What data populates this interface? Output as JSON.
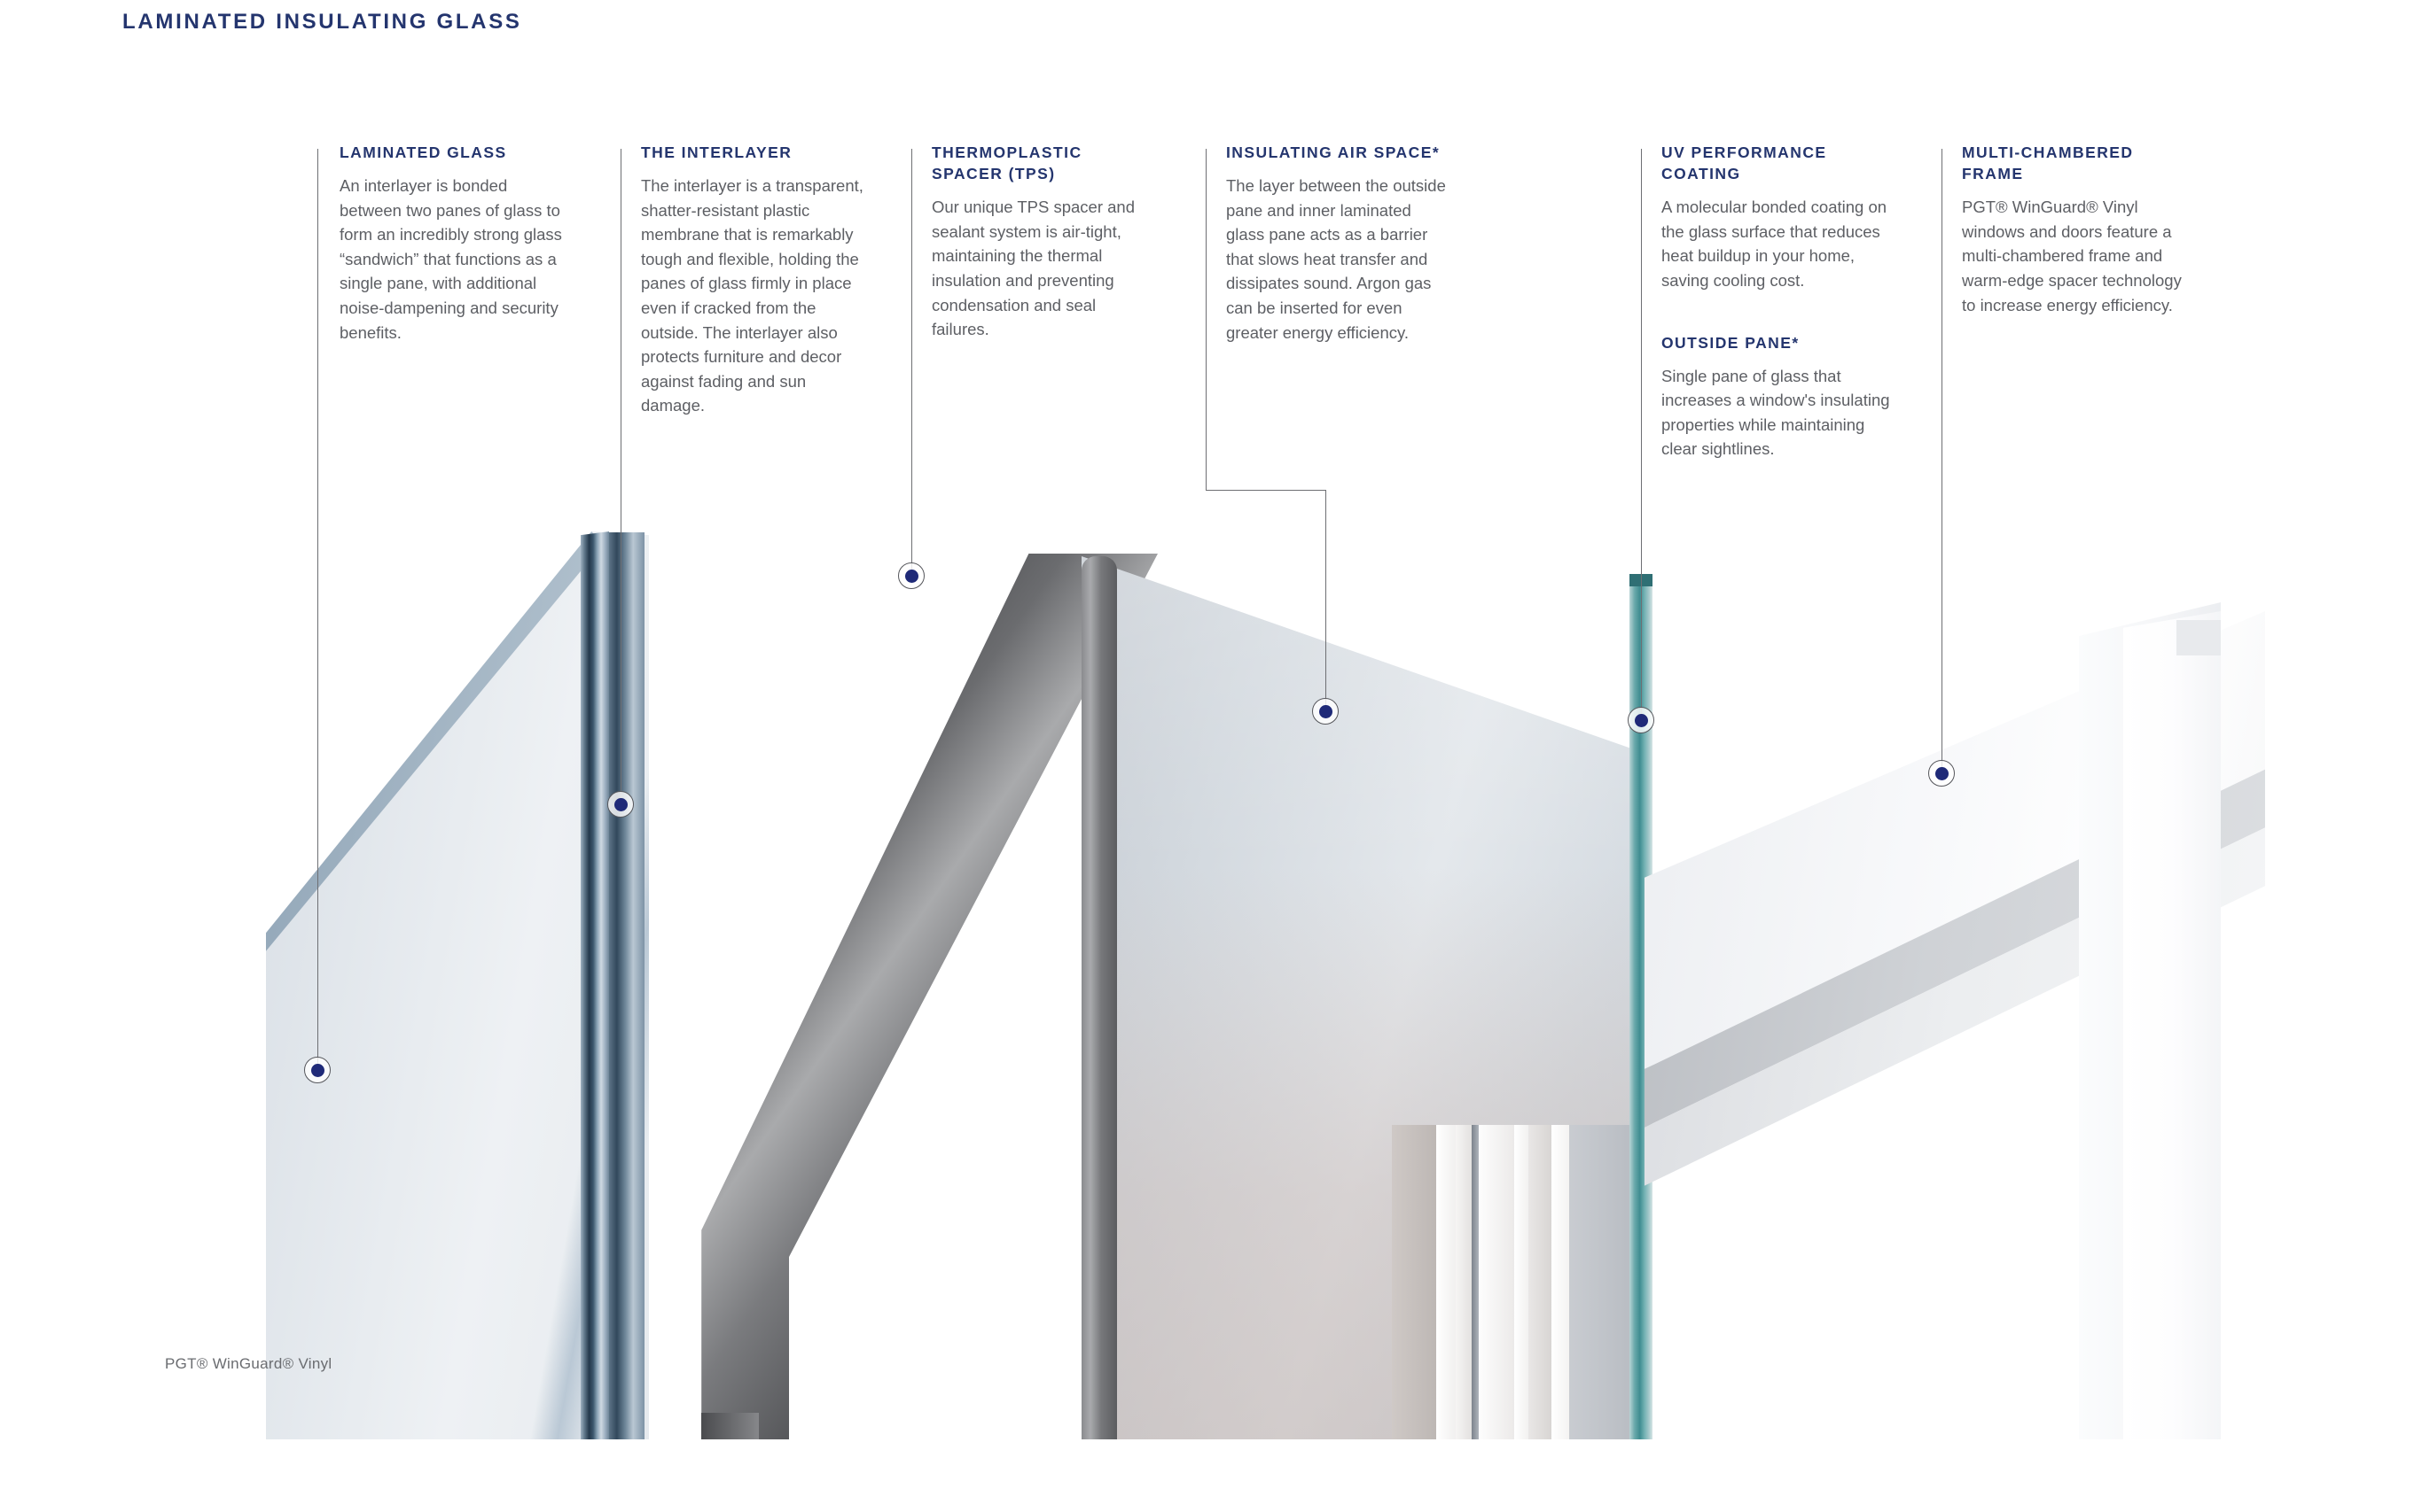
{
  "page": {
    "title": "LAMINATED INSULATING GLASS",
    "caption": "PGT® WinGuard® Vinyl",
    "accent_color": "#24356e",
    "body_text_color": "#5d5f64",
    "leader_line_color": "#6e6f73",
    "marker_dot_color": "#1f2a78"
  },
  "callouts": [
    {
      "id": "laminated-glass",
      "heading": "LAMINATED GLASS",
      "body": "An interlayer is bonded between two panes of glass to form an incredibly strong glass “sandwich” that functions as a single pane, with additional noise-dampening and security benefits."
    },
    {
      "id": "the-interlayer",
      "heading": "THE INTERLAYER",
      "body": "The interlayer is a transparent, shatter-resistant plastic membrane that is remarkably tough and flexible, holding the panes of glass firmly in place even if cracked from the outside. The interlayer also protects furniture and decor against fading and sun damage."
    },
    {
      "id": "thermoplastic-spacer",
      "heading": "THERMOPLASTIC SPACER (TPS)",
      "body": "Our unique TPS spacer and sealant system is air-tight, maintaining the thermal insulation and preventing condensation and seal failures."
    },
    {
      "id": "insulating-air-space",
      "heading": "INSULATING AIR SPACE*",
      "body": "The layer between the outside pane and inner laminated glass pane acts as a barrier that slows heat transfer and dissipates sound. Argon gas can be inserted for even greater energy efficiency."
    },
    {
      "id": "uv-performance-coating",
      "heading": "UV PERFORMANCE COATING",
      "body": "A molecular bonded coating on the glass surface that reduces heat buildup in your home, saving cooling cost.",
      "sub_heading": "OUTSIDE PANE*",
      "sub_body": "Single pane of glass that increases a window's insulating properties while maintaining clear sightlines."
    },
    {
      "id": "multi-chambered-frame",
      "heading": "MULTI-CHAMBERED FRAME",
      "body": "PGT® WinGuard® Vinyl windows and doors feature a multi-chambered frame and warm-edge spacer technology to increase energy efficiency."
    }
  ]
}
